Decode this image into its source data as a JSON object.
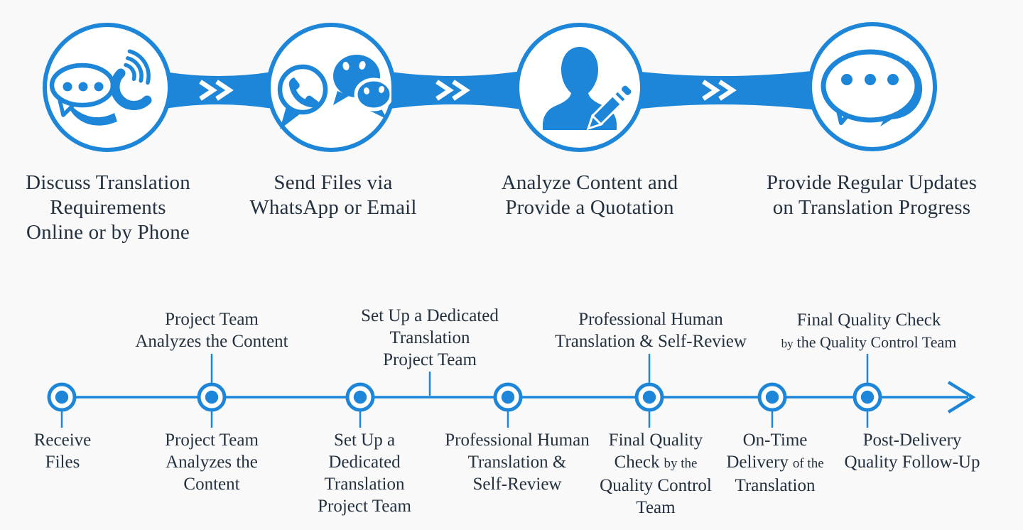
{
  "colors": {
    "blue": "#1d86d8",
    "text": "#243140",
    "background": "#f8f9f8",
    "connector_text": "#ffffff"
  },
  "process": {
    "connector_symbol": ">>",
    "steps": [
      {
        "icon": "chat-and-phone-icon",
        "caption_lines": [
          "Discuss Translation",
          "Requirements",
          "Online or by Phone"
        ]
      },
      {
        "icon": "whatsapp-wechat-icon",
        "caption_lines": [
          "Send Files via",
          "WhatsApp or Email"
        ]
      },
      {
        "icon": "analyst-pencil-icon",
        "caption_lines": [
          "Analyze Content and",
          "Provide a Quotation"
        ]
      },
      {
        "icon": "chat-updates-icon",
        "caption_lines": [
          "Provide Regular Updates",
          "on Translation Progress"
        ]
      }
    ]
  },
  "timeline": {
    "above_labels": [
      {
        "lines": [
          "Project Team",
          "Analyzes the Content"
        ]
      },
      {
        "lines": [
          "Set Up a Dedicated",
          "Translation",
          "Project Team"
        ]
      },
      {
        "lines": [
          "Professional Human",
          "Translation & Self-Review"
        ]
      },
      {
        "line1": "Final Quality Check",
        "line2_small": "by",
        "line2_rest": "the Quality Control Team"
      }
    ],
    "below_labels": [
      {
        "lines": [
          "Receive",
          "Files"
        ]
      },
      {
        "lines": [
          "Project Team",
          "Analyzes the",
          "Content"
        ]
      },
      {
        "lines": [
          "Set Up a",
          "Dedicated",
          "Translation",
          "Project Team"
        ]
      },
      {
        "lines": [
          "Professional Human",
          "Translation &",
          "Self-Review"
        ]
      },
      {
        "line1": "Final Quality",
        "line2_main": "Check",
        "line2_small": "by the",
        "line3": "Quality Control",
        "line4": "Team"
      },
      {
        "line1": "On-Time",
        "line2_main": "Delivery",
        "line2_small": "of the",
        "line3": "Translation"
      },
      {
        "lines": [
          "Post-Delivery",
          "Quality Follow-Up"
        ]
      }
    ]
  }
}
